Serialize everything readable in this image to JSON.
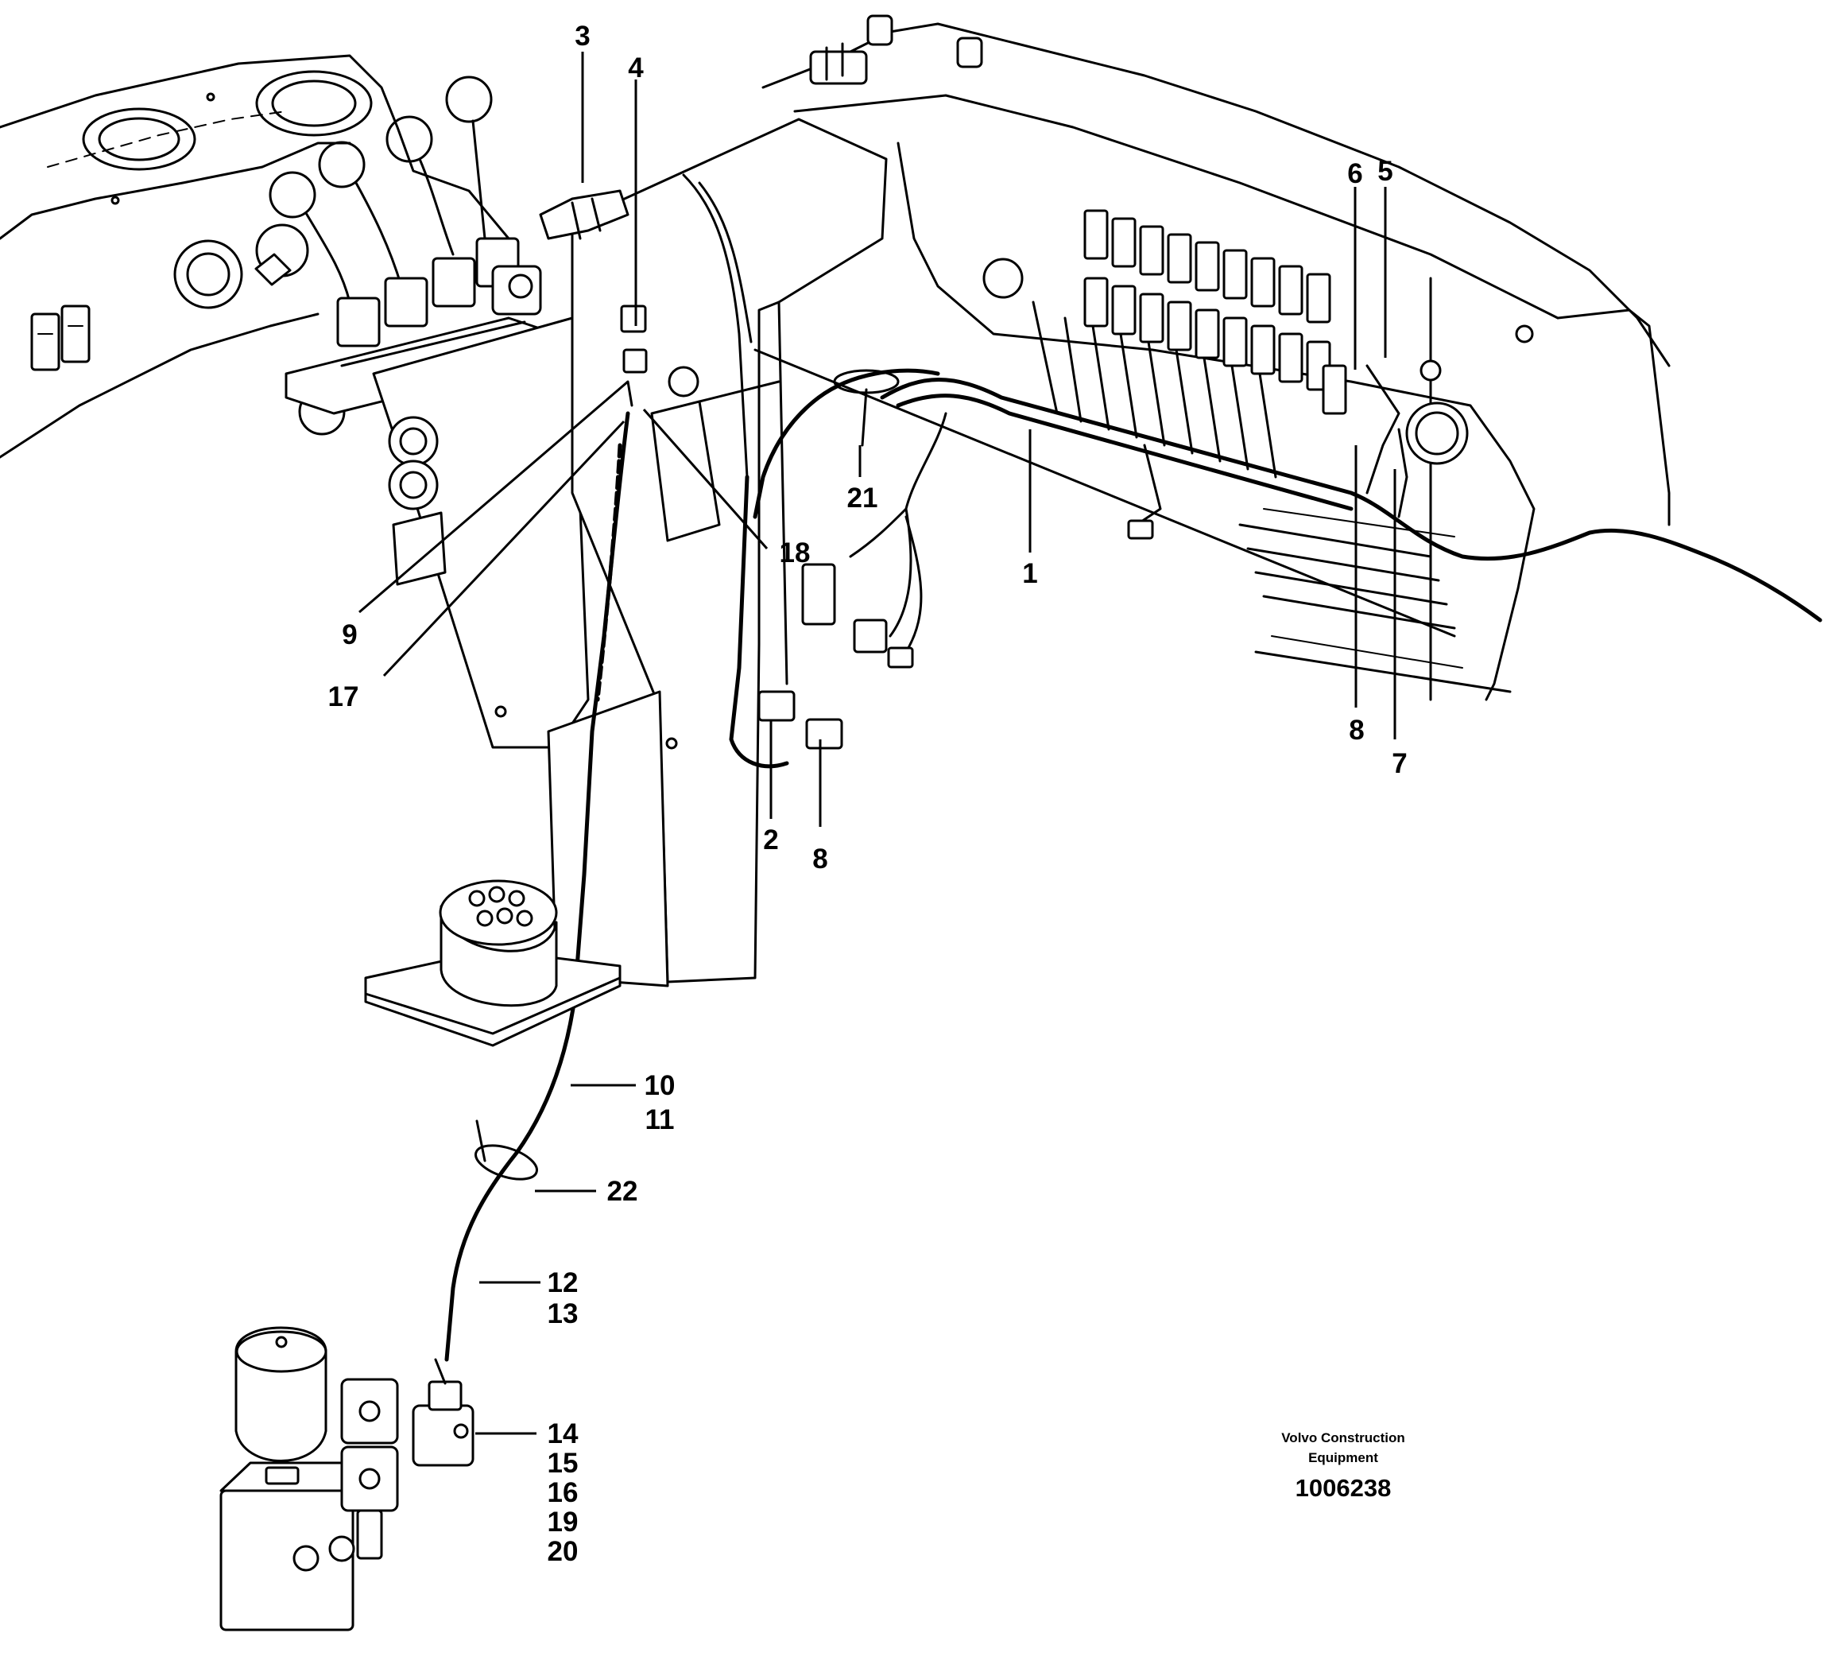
{
  "callouts": [
    {
      "id": "3",
      "label": "3"
    },
    {
      "id": "4",
      "label": "4"
    },
    {
      "id": "6",
      "label": "6"
    },
    {
      "id": "5",
      "label": "5"
    },
    {
      "id": "21",
      "label": "21"
    },
    {
      "id": "18",
      "label": "18"
    },
    {
      "id": "1",
      "label": "1"
    },
    {
      "id": "9",
      "label": "9"
    },
    {
      "id": "17",
      "label": "17"
    },
    {
      "id": "8a",
      "label": "8"
    },
    {
      "id": "7",
      "label": "7"
    },
    {
      "id": "2",
      "label": "2"
    },
    {
      "id": "8b",
      "label": "8"
    },
    {
      "id": "10",
      "label": "10"
    },
    {
      "id": "11",
      "label": "11"
    },
    {
      "id": "22",
      "label": "22"
    },
    {
      "id": "12",
      "label": "12"
    },
    {
      "id": "13",
      "label": "13"
    },
    {
      "id": "14",
      "label": "14"
    },
    {
      "id": "15",
      "label": "15"
    },
    {
      "id": "16",
      "label": "16"
    },
    {
      "id": "19",
      "label": "19"
    },
    {
      "id": "20",
      "label": "20"
    }
  ],
  "caption": {
    "company_line1": "Volvo Construction",
    "company_line2": "Equipment",
    "drawing_number": "1006238"
  }
}
